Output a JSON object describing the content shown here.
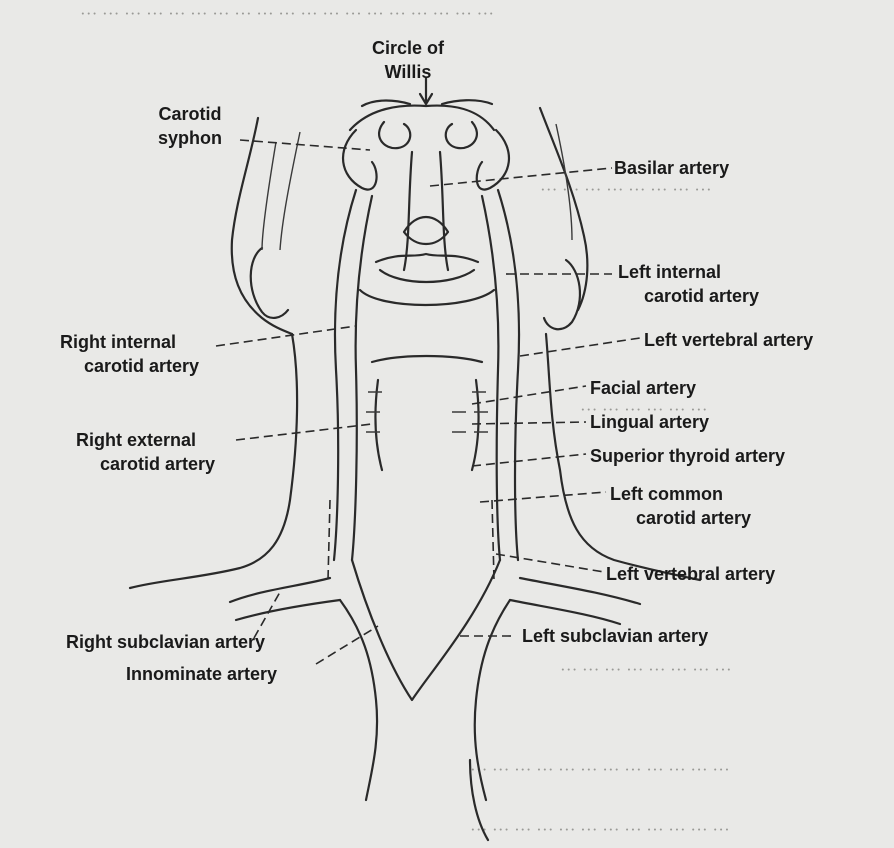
{
  "diagram": {
    "labels": {
      "circle_of_willis": [
        "Circle of",
        "Willis"
      ],
      "carotid_syphon": [
        "Carotid",
        "syphon"
      ],
      "basilar_artery": [
        "Basilar artery"
      ],
      "left_internal_carotid": [
        "Left internal",
        "carotid artery"
      ],
      "left_vertebral_upper": [
        "Left vertebral artery"
      ],
      "right_internal_carotid": [
        "Right internal",
        "carotid artery"
      ],
      "facial_artery": [
        "Facial artery"
      ],
      "lingual_artery": [
        "Lingual artery"
      ],
      "right_external_carotid": [
        "Right external",
        "carotid artery"
      ],
      "superior_thyroid": [
        "Superior thyroid artery"
      ],
      "left_common_carotid": [
        "Left common",
        "carotid artery"
      ],
      "left_vertebral_lower": [
        "Left vertebral artery"
      ],
      "right_subclavian": [
        "Right subclavian artery"
      ],
      "left_subclavian": [
        "Left subclavian artery"
      ],
      "innominate": [
        "Innominate artery"
      ]
    },
    "line_color": "#2a2a2a",
    "background_color": "#e9e9e7"
  }
}
